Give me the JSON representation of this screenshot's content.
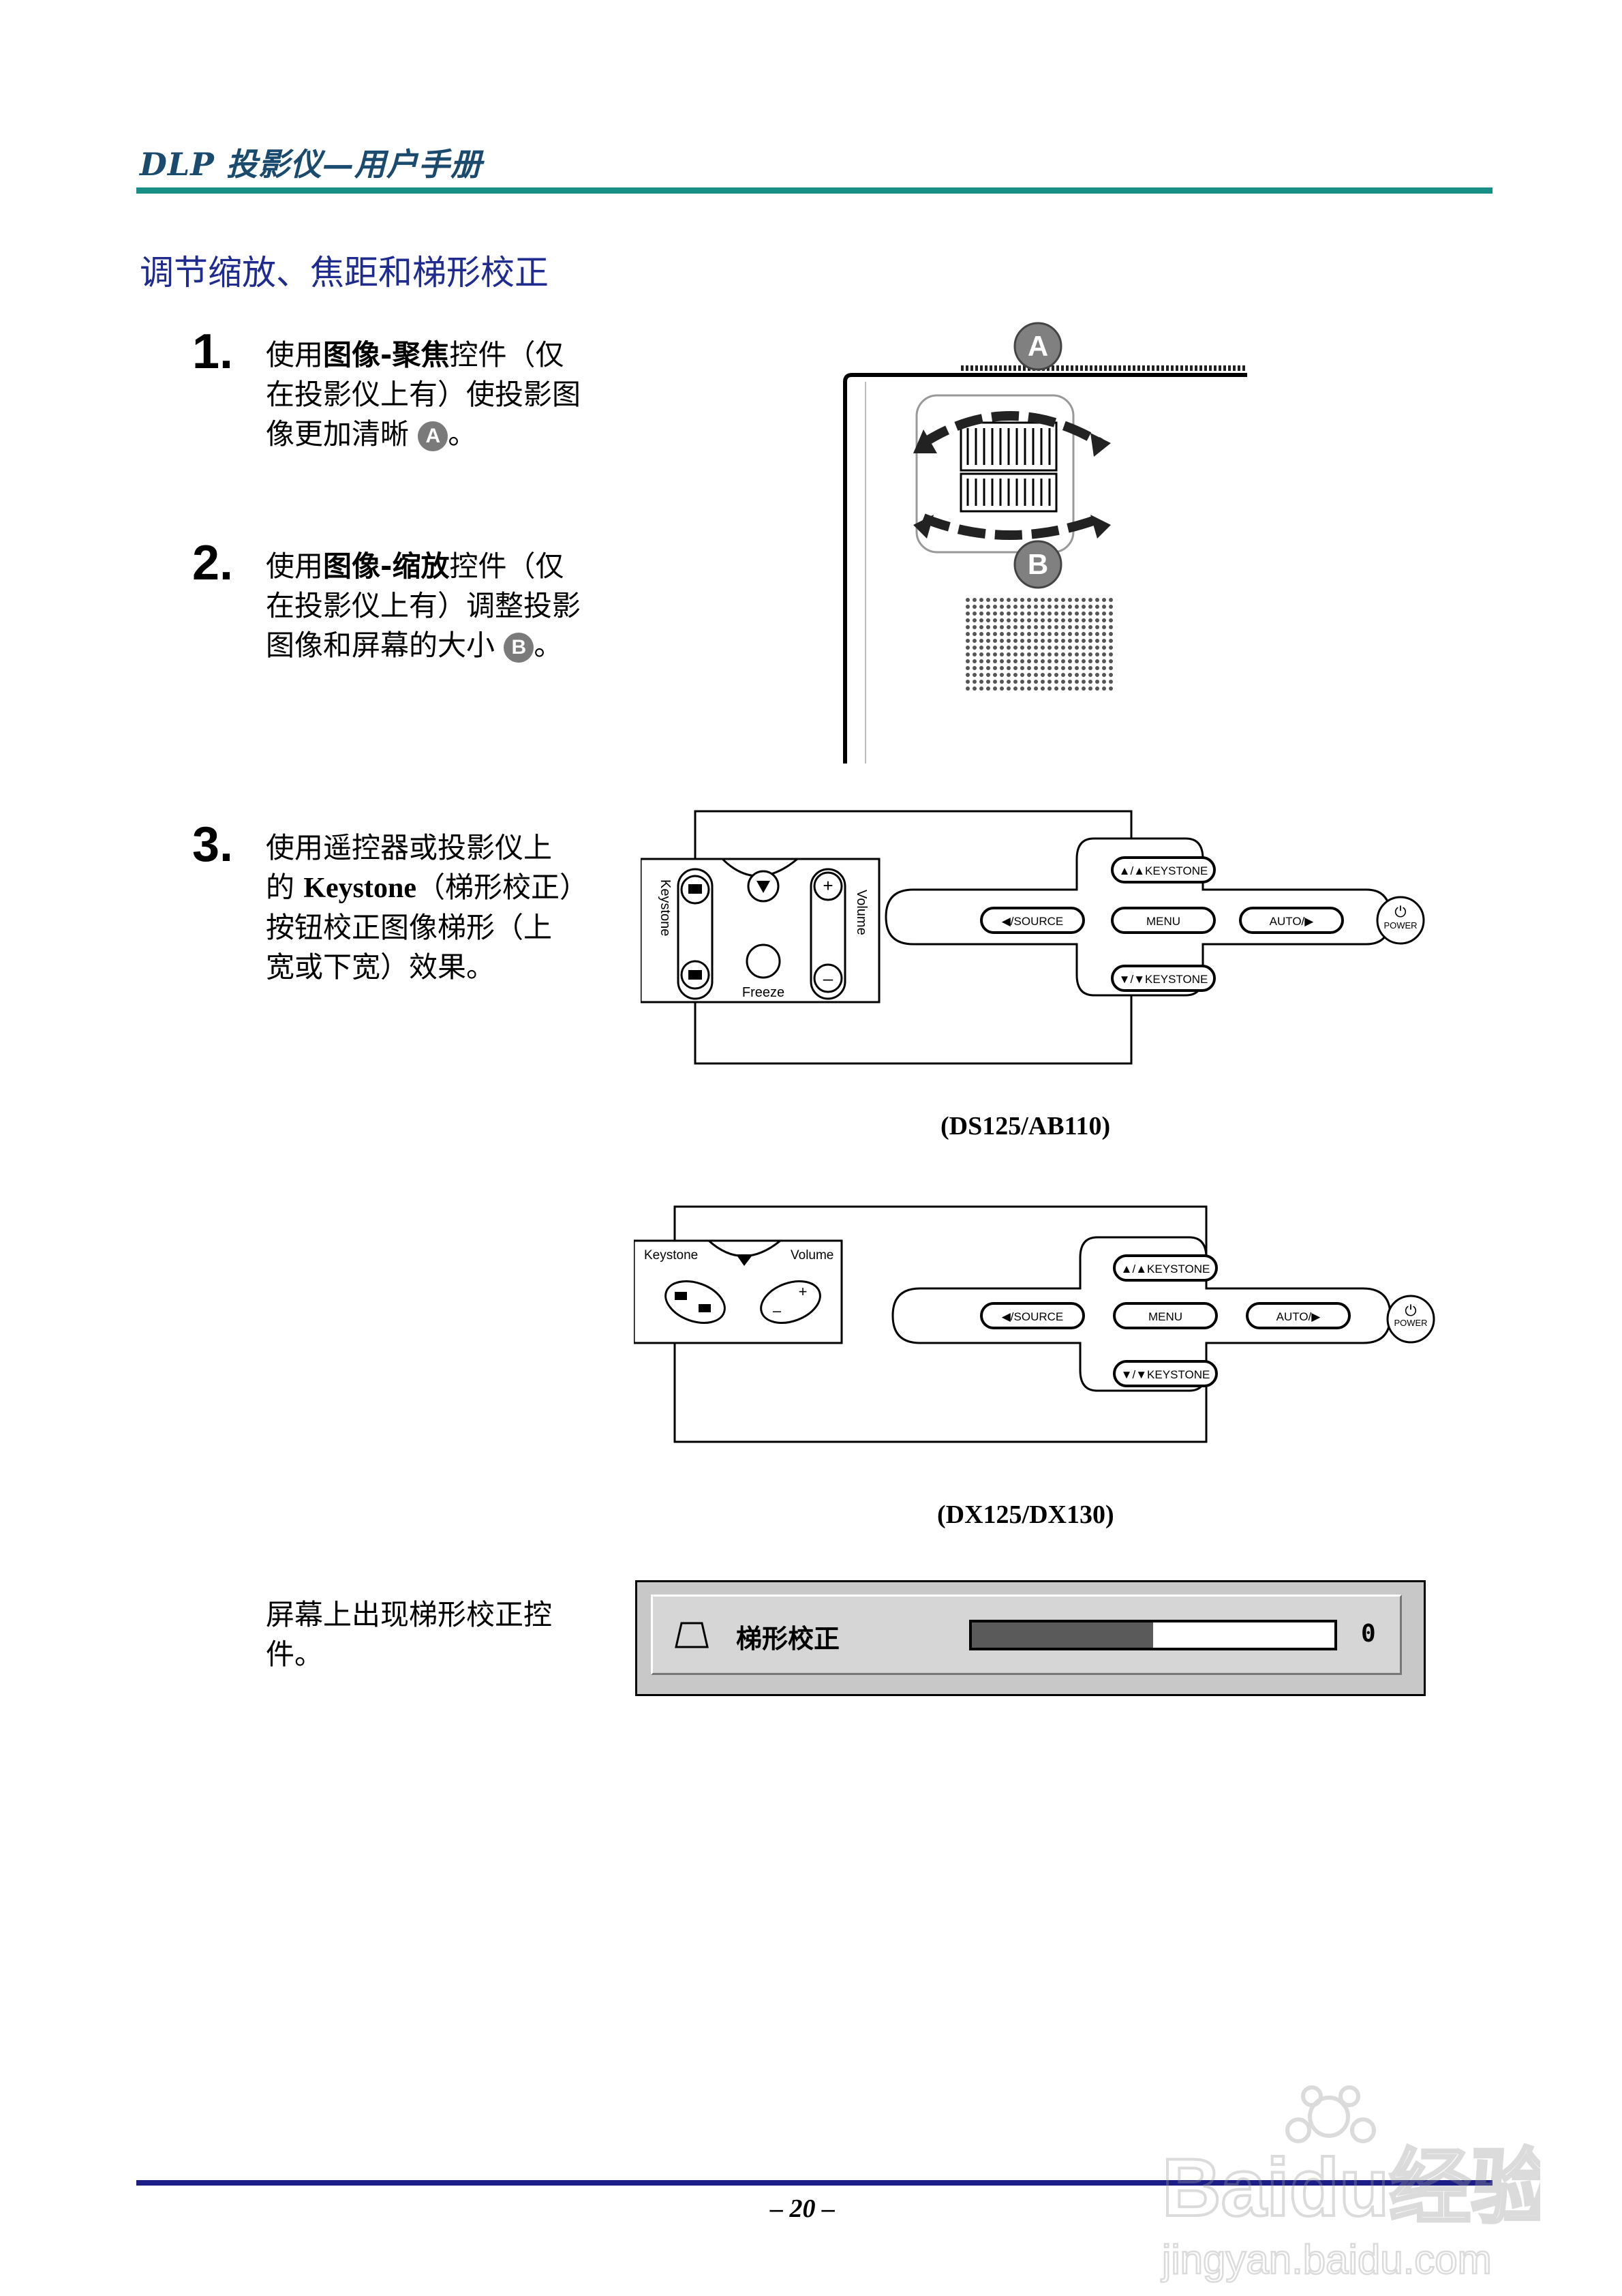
{
  "header": {
    "title": "DLP 投影仪—用户手册"
  },
  "section": {
    "title": "调节缩放、焦距和梯形校正"
  },
  "steps": [
    {
      "number": "1.",
      "pre": "使用",
      "bold": "图像-聚焦",
      "post": "控件（仅在投影仪上有）使投影图像更加清晰",
      "badge": "A",
      "end": "。"
    },
    {
      "number": "2.",
      "pre": "使用",
      "bold": "图像-缩放",
      "post": "控件（仅在投影仪上有）调整投影图像和屏幕的大小",
      "badge": "B",
      "end": "。"
    },
    {
      "number": "3.",
      "pre": "使用遥控器或投影仪上的 ",
      "bold": "Keystone",
      "post": "（梯形校正）按钮校正图像梯形（上宽或下宽）效果。",
      "badge": "",
      "end": ""
    }
  ],
  "figure_lens": {
    "label_a": "A",
    "label_b": "B"
  },
  "figure_ds": {
    "caption": "(DS125/AB110)",
    "keystone_label": "Keystone",
    "volume_label": "Volume",
    "freeze_label": "Freeze",
    "keystone_up": "▲/▲KEYSTONE",
    "keystone_down": "▼/▼KEYSTONE",
    "source": "◀/SOURCE",
    "menu": "MENU",
    "auto": "AUTO/▶",
    "power": "POWER"
  },
  "figure_dx": {
    "caption": "(DX125/DX130)",
    "keystone_label": "Keystone",
    "volume_label": "Volume",
    "keystone_up": "▲/▲KEYSTONE",
    "keystone_down": "▼/▼KEYSTONE",
    "source": "◀/SOURCE",
    "menu": "MENU",
    "auto": "AUTO/▶",
    "power": "POWER"
  },
  "osd": {
    "note": "屏幕上出现梯形校正控件。",
    "label": "梯形校正",
    "value": "0",
    "fill_fraction": 0.5
  },
  "footer": {
    "page": "– 20 –"
  },
  "watermark": {
    "brand": "Baidu经验",
    "url": "jingyan.baidu.com"
  }
}
